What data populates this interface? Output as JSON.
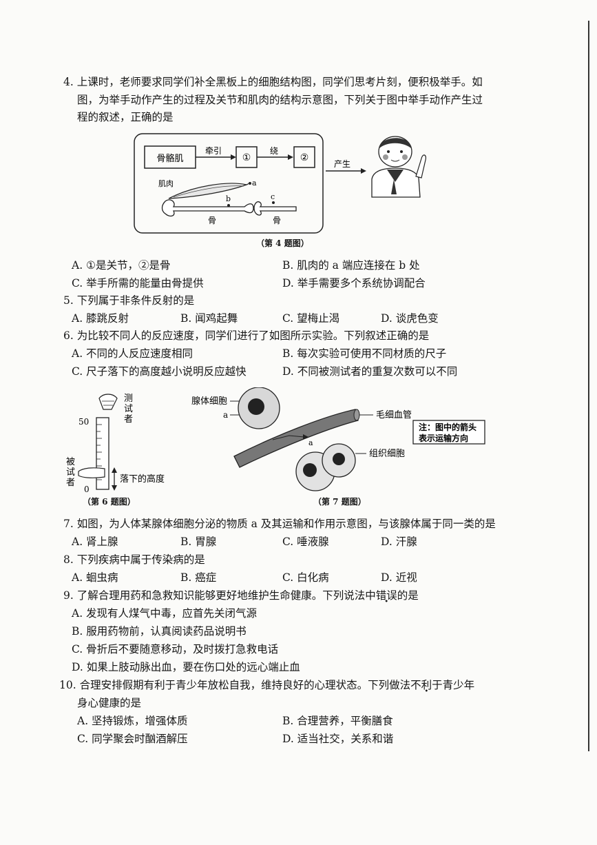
{
  "q4": {
    "line1": "4. 上课时，老师要求同学们补全黑板上的细胞结构图，同学们思考片刻，便积极举手。如",
    "line2": "图，为举手动作产生的过程及关节和肌肉的结构示意图，下列关于图中举手动作产生过",
    "line3": "程的叙述，正确的是",
    "diagram": {
      "box_muscle": "骨骼肌",
      "arrow1": "牵引",
      "box1": "①",
      "arrow2": "绕",
      "box2": "②",
      "arrow3": "产生",
      "muscle_label": "肌肉",
      "label_a": "a",
      "label_b": "b",
      "label_c": "c",
      "bone1": "骨",
      "bone2": "骨"
    },
    "caption": "（第 4 题图）",
    "optA": "A. ①是关节，②是骨",
    "optB": "B. 肌肉的 a 端应连接在 b 处",
    "optC": "C. 举手所需的能量由骨提供",
    "optD": "D. 举手需要多个系统协调配合"
  },
  "q5": {
    "stem": "5. 下列属于非条件反射的是",
    "optA": "A. 膝跳反射",
    "optB": "B. 闻鸡起舞",
    "optC": "C. 望梅止渴",
    "optD": "D. 谈虎色变"
  },
  "q6": {
    "stem": "6. 为比较不同人的反应速度，同学们进行了如图所示实验。下列叙述正确的是",
    "optA": "A. 不同的人反应速度相同",
    "optB": "B. 每次实验可使用不同材质的尺子",
    "optC": "C. 尺子落下的高度越小说明反应越快",
    "optD": "D. 不同被测试者的重复次数可以不同",
    "fig": {
      "tester": "测试者",
      "tested": "被试者",
      "top": "50",
      "bottom": "0",
      "height": "落下的高度"
    },
    "caption": "（第 6 题图）"
  },
  "q7fig": {
    "gland_cell": "腺体细胞",
    "a": "a",
    "a2": "a",
    "capillary": "毛细血管",
    "tissue": "组织细胞",
    "note1": "注：图中的箭头",
    "note2": "表示运输方向",
    "caption": "（第 7 题图）"
  },
  "q7": {
    "stem": "7. 如图，为人体某腺体细胞分泌的物质 a 及其运输和作用示意图，与该腺体属于同一类的是",
    "optA": "A. 肾上腺",
    "optB": "B. 胃腺",
    "optC": "C. 唾液腺",
    "optD": "D. 汗腺"
  },
  "q8": {
    "stem": "8. 下列疾病中属于传染病的是",
    "optA": "A. 蛔虫病",
    "optB": "B. 癌症",
    "optC": "C. 白化病",
    "optD": "D. 近视"
  },
  "q9": {
    "stem_pre": "9. 了解合理用药和急救知识能够更好地维护生命健康。下列说法中",
    "stem_emph": "错误",
    "stem_post": "的是",
    "optA": "A. 发现有人煤气中毒，应首先关闭气源",
    "optB": "B. 服用药物前，认真阅读药品说明书",
    "optC": "C. 骨折后不要随意移动，及时拨打急救电话",
    "optD": "D. 如果上肢动脉出血，要在伤口处的远心端止血"
  },
  "q10": {
    "stem_pre": "10. 合理安排假期有利于青少年放松自我，维持良好的心理状态。下列做法",
    "stem_emph": "不利于",
    "stem_post": "青少年",
    "line2": "身心健康的是",
    "optA": "A. 坚持锻炼，增强体质",
    "optB": "B. 合理营养，平衡膳食",
    "optC": "C. 同学聚会时酗酒解压",
    "optD": "D. 适当社交，关系和谐"
  }
}
